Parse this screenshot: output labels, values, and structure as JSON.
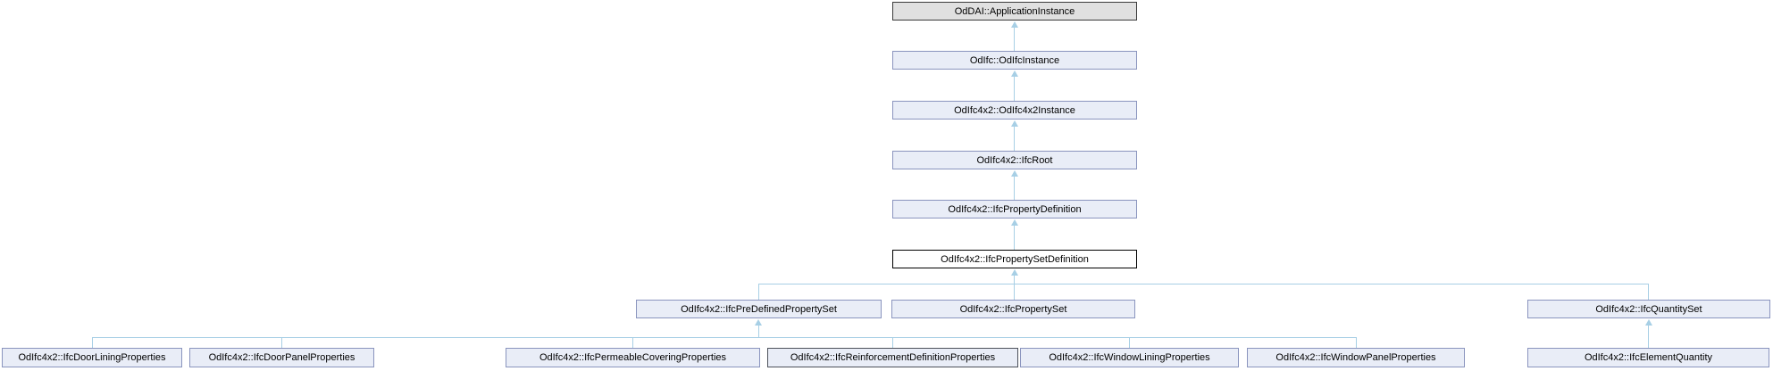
{
  "diagram": {
    "type": "class-inheritance-graph",
    "colors": {
      "node_fill": "#E9EDF7",
      "node_border": "#8A94BE",
      "root_fill": "#E0E0E0",
      "root_border": "#3A3A3A",
      "current_fill": "#FFFFFF",
      "current_border": "#000000",
      "dark_border": "#4C515A",
      "edge": "#A7CFE5",
      "text": "#000000",
      "background": "#FFFFFF"
    },
    "nodes": [
      {
        "label": "OdDAI::ApplicationInstance",
        "style": "root"
      },
      {
        "label": "OdIfc::OdIfcInstance",
        "style": "default"
      },
      {
        "label": "OdIfc4x2::OdIfc4x2Instance",
        "style": "default"
      },
      {
        "label": "OdIfc4x2::IfcRoot",
        "style": "default"
      },
      {
        "label": "OdIfc4x2::IfcPropertyDefinition",
        "style": "default"
      },
      {
        "label": "OdIfc4x2::IfcPropertySetDefinition",
        "style": "current"
      },
      {
        "label": "OdIfc4x2::IfcPreDefinedPropertySet",
        "style": "default"
      },
      {
        "label": "OdIfc4x2::IfcPropertySet",
        "style": "default"
      },
      {
        "label": "OdIfc4x2::IfcQuantitySet",
        "style": "default"
      },
      {
        "label": "OdIfc4x2::IfcDoorLiningProperties",
        "style": "default"
      },
      {
        "label": "OdIfc4x2::IfcDoorPanelProperties",
        "style": "default"
      },
      {
        "label": "OdIfc4x2::IfcPermeableCoveringProperties",
        "style": "default"
      },
      {
        "label": "OdIfc4x2::IfcReinforcementDefinitionProperties",
        "style": "dark"
      },
      {
        "label": "OdIfc4x2::IfcWindowLiningProperties",
        "style": "default"
      },
      {
        "label": "OdIfc4x2::IfcWindowPanelProperties",
        "style": "default"
      },
      {
        "label": "OdIfc4x2::IfcElementQuantity",
        "style": "default"
      }
    ],
    "edges": [
      {
        "child": "OdIfc::OdIfcInstance",
        "parent": "OdDAI::ApplicationInstance"
      },
      {
        "child": "OdIfc4x2::OdIfc4x2Instance",
        "parent": "OdIfc::OdIfcInstance"
      },
      {
        "child": "OdIfc4x2::IfcRoot",
        "parent": "OdIfc4x2::OdIfc4x2Instance"
      },
      {
        "child": "OdIfc4x2::IfcPropertyDefinition",
        "parent": "OdIfc4x2::IfcRoot"
      },
      {
        "child": "OdIfc4x2::IfcPropertySetDefinition",
        "parent": "OdIfc4x2::IfcPropertyDefinition"
      },
      {
        "child": "OdIfc4x2::IfcPreDefinedPropertySet",
        "parent": "OdIfc4x2::IfcPropertySetDefinition"
      },
      {
        "child": "OdIfc4x2::IfcPropertySet",
        "parent": "OdIfc4x2::IfcPropertySetDefinition"
      },
      {
        "child": "OdIfc4x2::IfcQuantitySet",
        "parent": "OdIfc4x2::IfcPropertySetDefinition"
      },
      {
        "child": "OdIfc4x2::IfcDoorLiningProperties",
        "parent": "OdIfc4x2::IfcPreDefinedPropertySet"
      },
      {
        "child": "OdIfc4x2::IfcDoorPanelProperties",
        "parent": "OdIfc4x2::IfcPreDefinedPropertySet"
      },
      {
        "child": "OdIfc4x2::IfcPermeableCoveringProperties",
        "parent": "OdIfc4x2::IfcPreDefinedPropertySet"
      },
      {
        "child": "OdIfc4x2::IfcReinforcementDefinitionProperties",
        "parent": "OdIfc4x2::IfcPreDefinedPropertySet"
      },
      {
        "child": "OdIfc4x2::IfcWindowLiningProperties",
        "parent": "OdIfc4x2::IfcPreDefinedPropertySet"
      },
      {
        "child": "OdIfc4x2::IfcWindowPanelProperties",
        "parent": "OdIfc4x2::IfcPreDefinedPropertySet"
      },
      {
        "child": "OdIfc4x2::IfcElementQuantity",
        "parent": "OdIfc4x2::IfcQuantitySet"
      }
    ]
  }
}
